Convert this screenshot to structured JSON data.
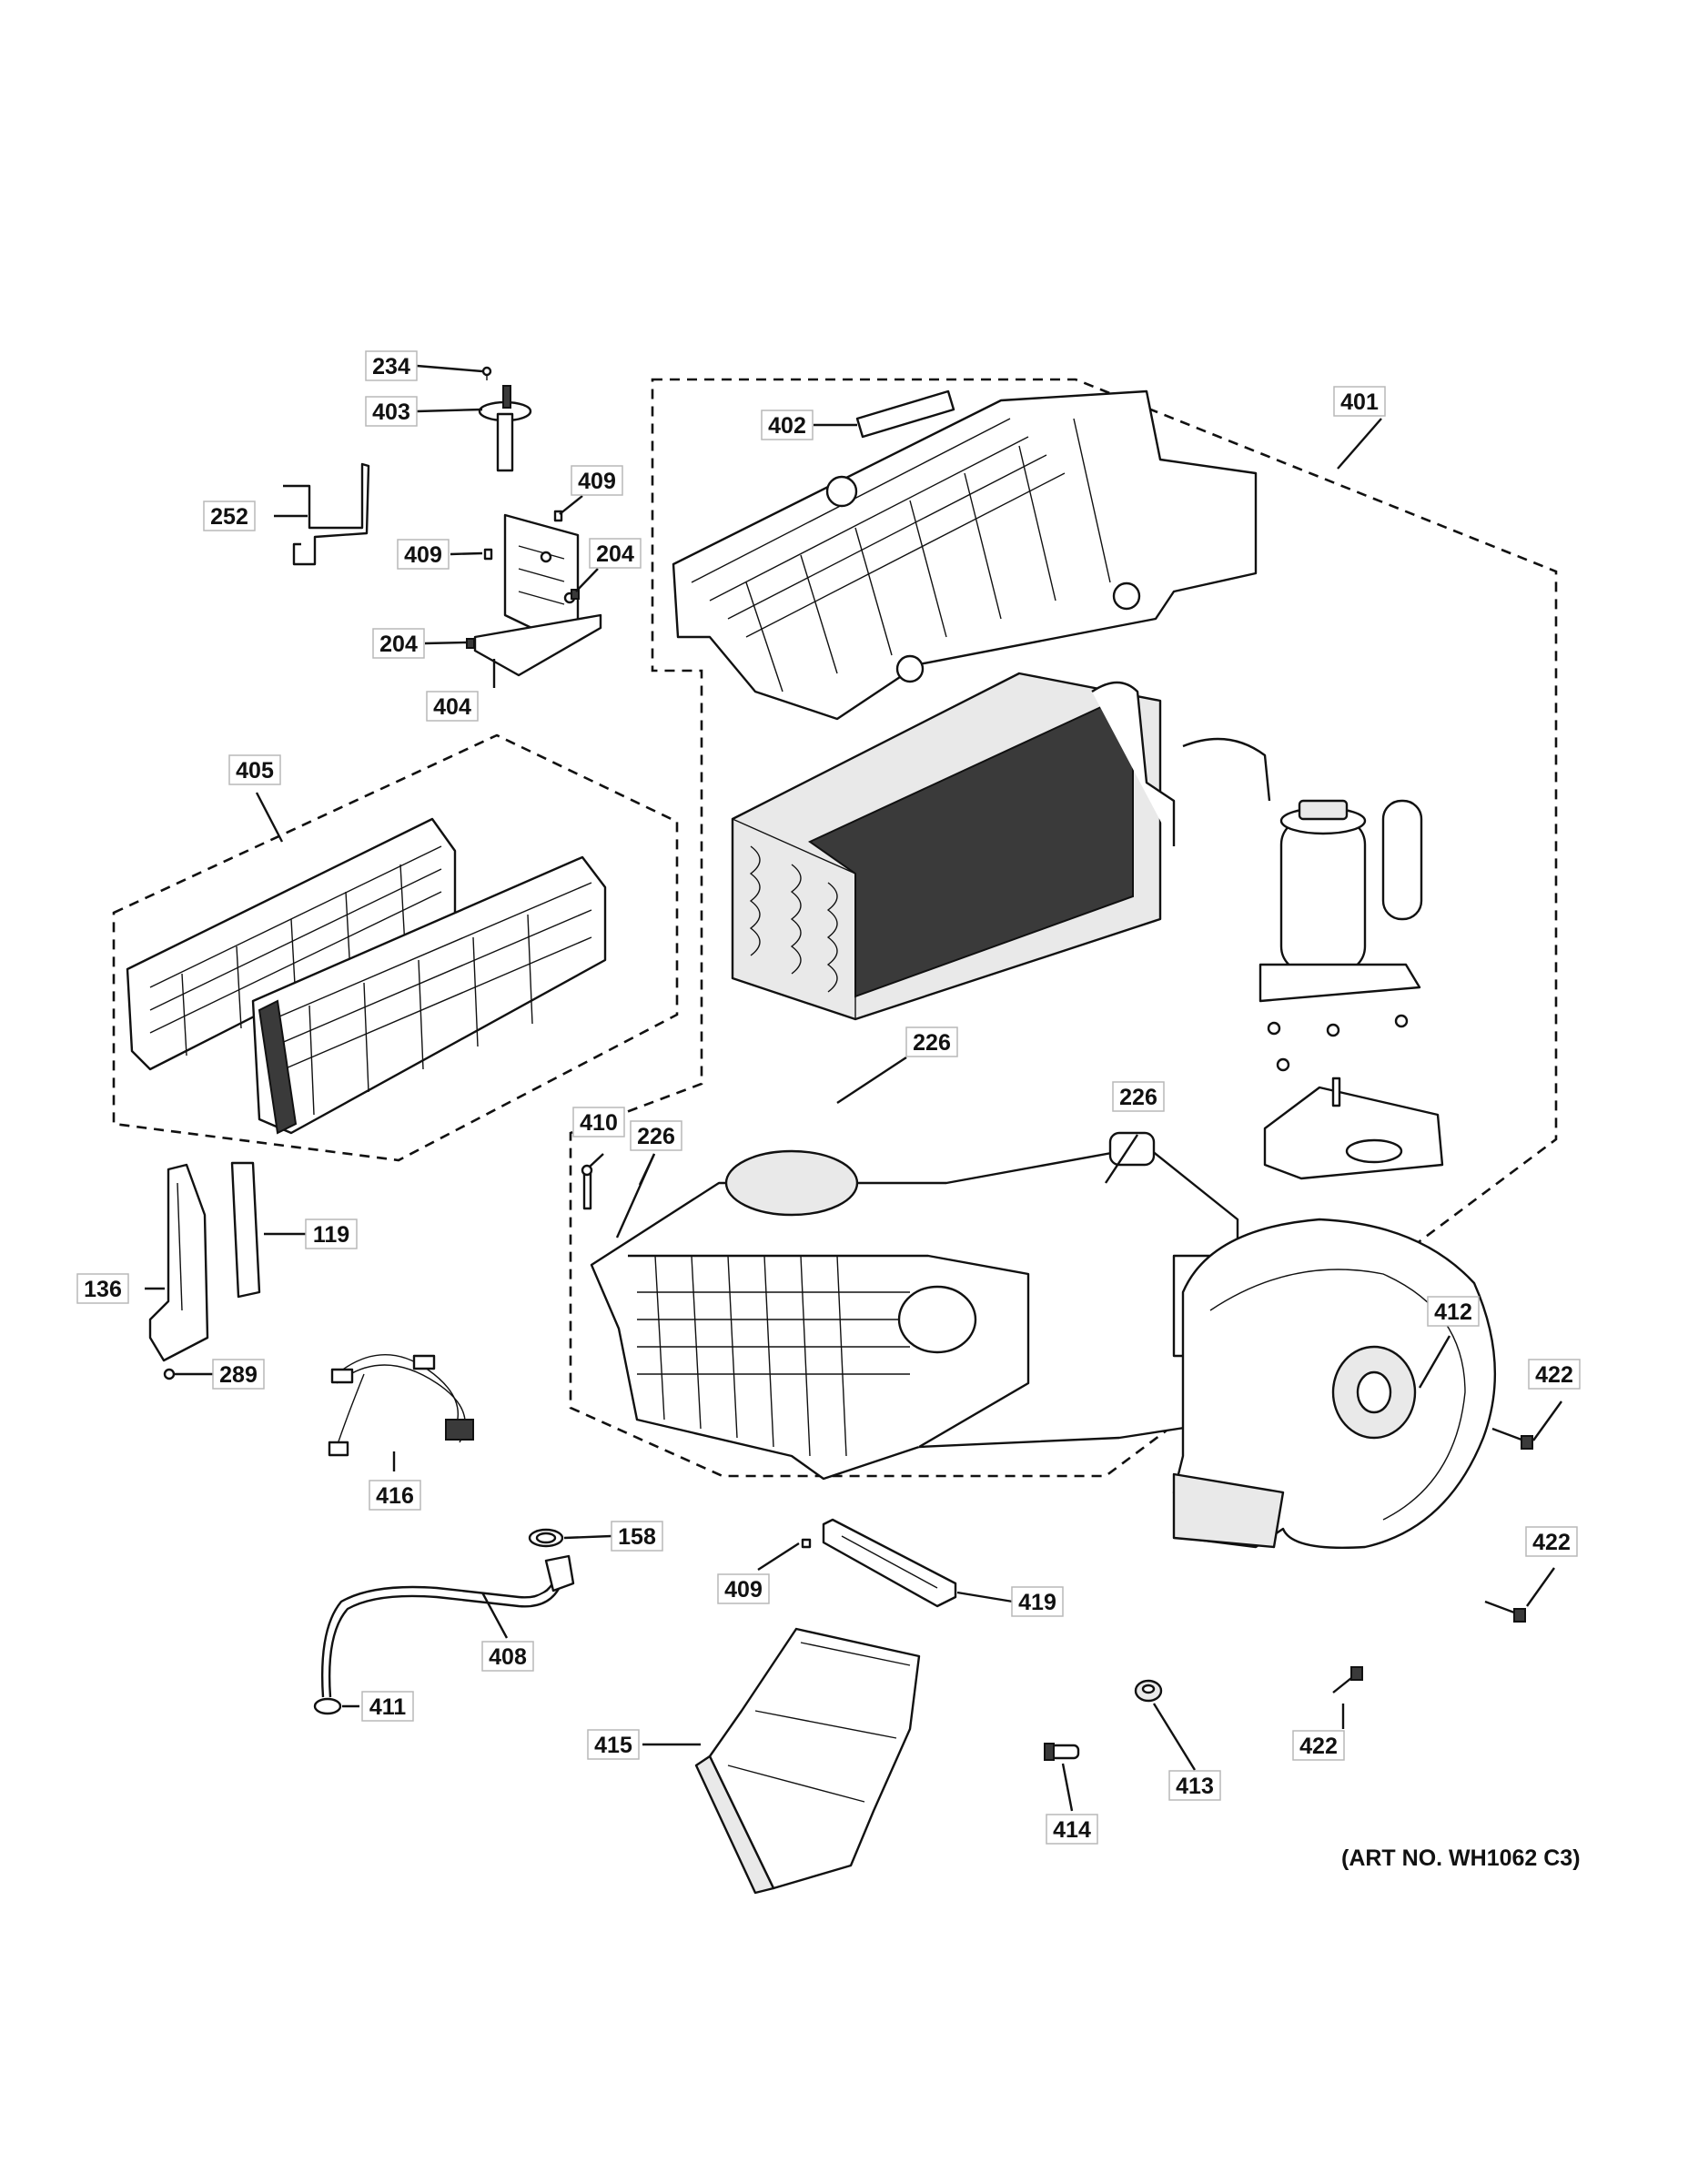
{
  "callouts": [
    {
      "id": "c234",
      "text": "234"
    },
    {
      "id": "c403",
      "text": "403"
    },
    {
      "id": "c252",
      "text": "252"
    },
    {
      "id": "c409a",
      "text": "409"
    },
    {
      "id": "c409b",
      "text": "409"
    },
    {
      "id": "c204a",
      "text": "204"
    },
    {
      "id": "c204b",
      "text": "204"
    },
    {
      "id": "c404",
      "text": "404"
    },
    {
      "id": "c402",
      "text": "402"
    },
    {
      "id": "c401",
      "text": "401"
    },
    {
      "id": "c405",
      "text": "405"
    },
    {
      "id": "c226a",
      "text": "226"
    },
    {
      "id": "c226b",
      "text": "226"
    },
    {
      "id": "c226c",
      "text": "226"
    },
    {
      "id": "c410",
      "text": "410"
    },
    {
      "id": "c119",
      "text": "119"
    },
    {
      "id": "c136",
      "text": "136"
    },
    {
      "id": "c289",
      "text": "289"
    },
    {
      "id": "c416",
      "text": "416"
    },
    {
      "id": "c412",
      "text": "412"
    },
    {
      "id": "c422a",
      "text": "422"
    },
    {
      "id": "c422b",
      "text": "422"
    },
    {
      "id": "c422c",
      "text": "422"
    },
    {
      "id": "c158",
      "text": "158"
    },
    {
      "id": "c409c",
      "text": "409"
    },
    {
      "id": "c419",
      "text": "419"
    },
    {
      "id": "c408",
      "text": "408"
    },
    {
      "id": "c411",
      "text": "411"
    },
    {
      "id": "c415",
      "text": "415"
    },
    {
      "id": "c413",
      "text": "413"
    },
    {
      "id": "c414",
      "text": "414"
    }
  ],
  "art_number": "(ART NO. WH1062 C3)"
}
